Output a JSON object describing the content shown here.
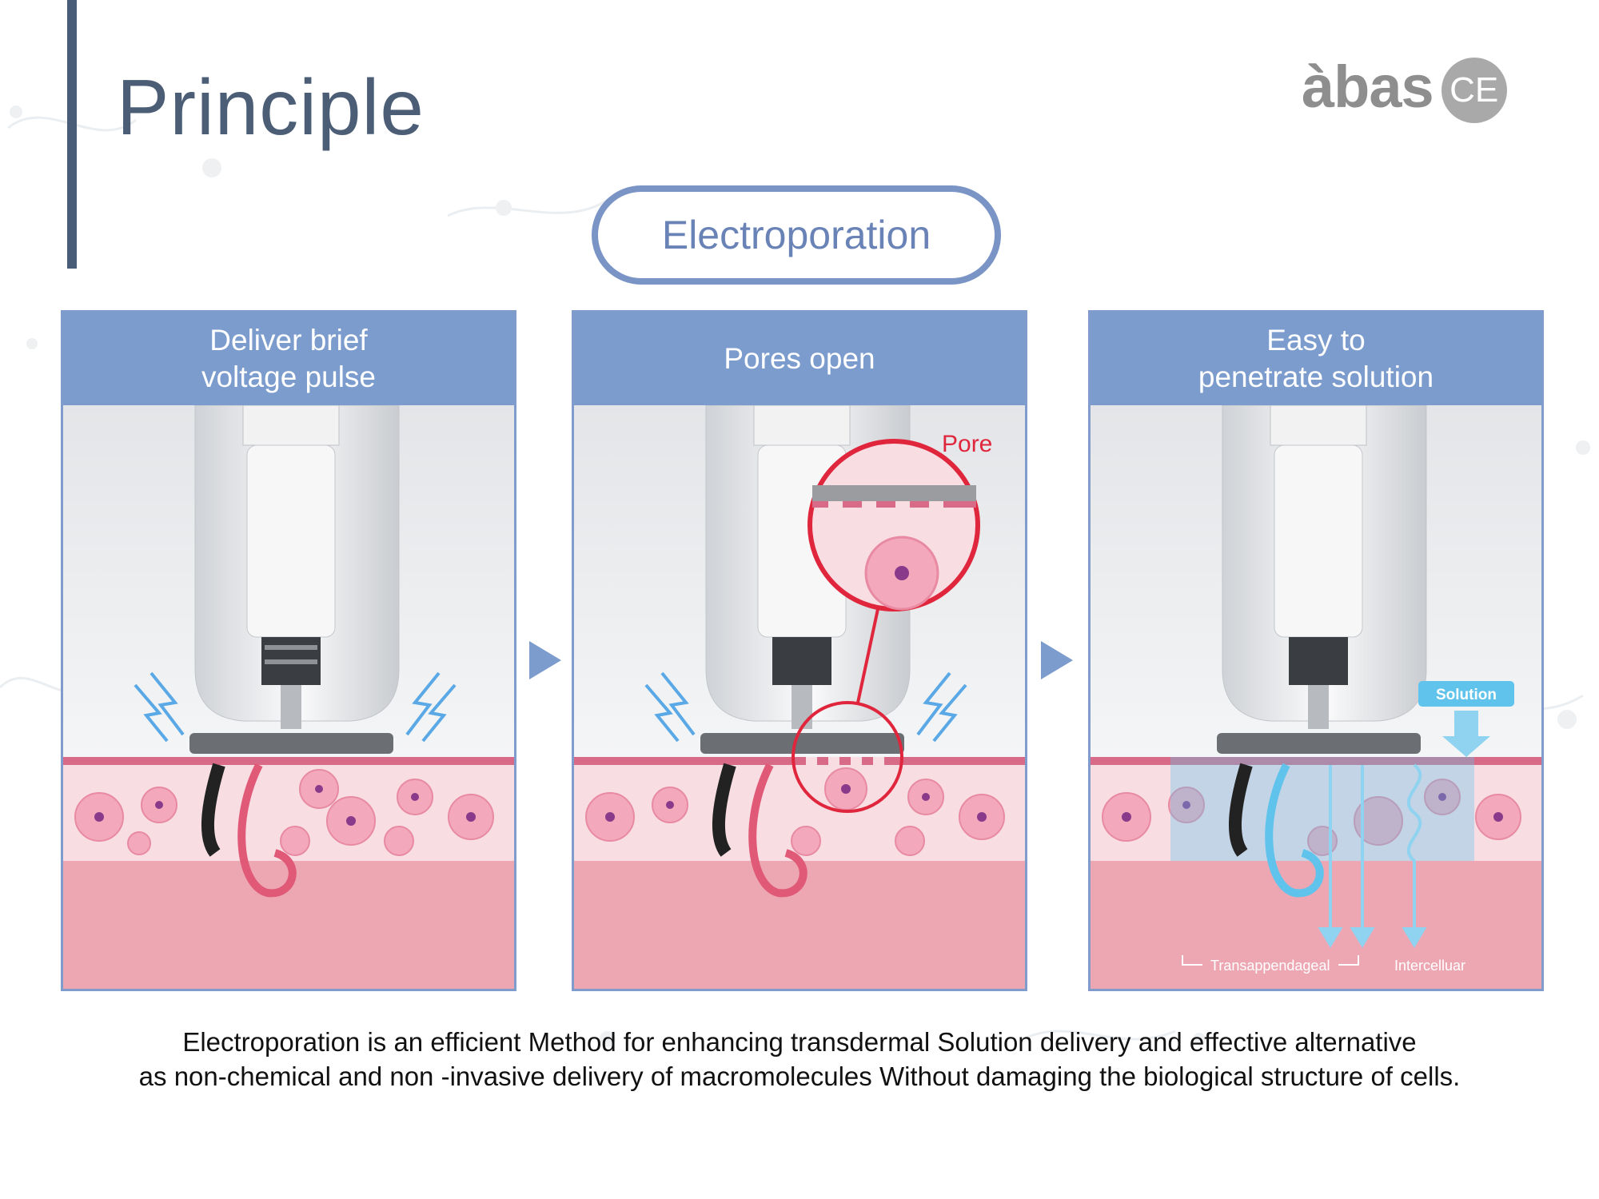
{
  "header": {
    "title": "Principle"
  },
  "logo": {
    "wordmark": "àbas",
    "badge": "CE"
  },
  "topic": {
    "label": "Electroporation"
  },
  "panels": [
    {
      "title_line1": "Deliver  brief",
      "title_line2": "voltage  pulse"
    },
    {
      "title_line1": "Pores open",
      "title_line2": "",
      "callout_label": "Pore"
    },
    {
      "title_line1": "Easy to",
      "title_line2": "penetrate  solution",
      "solution_tag": "Solution",
      "path_label_1": "Transappendageal",
      "path_label_2": "Intercelluar"
    }
  ],
  "caption": {
    "line1": "Electroporation is an efficient Method for enhancing transdermal Solution delivery and effective alternative",
    "line2": "as non-chemical and non -invasive delivery of macromolecules Without damaging the biological structure of cells."
  },
  "colors": {
    "title": "#4b5e76",
    "header_fill": "#7c9ccd",
    "pill_border": "#7a94c5",
    "skin": "#eda7b3",
    "cell": "#f3a9bb",
    "callout": "#e0263c",
    "spark": "#5aa9e6",
    "solution": "#5fc3ec"
  },
  "icons": [
    "lightning-icon",
    "play-arrow-icon",
    "down-arrow-icon"
  ]
}
